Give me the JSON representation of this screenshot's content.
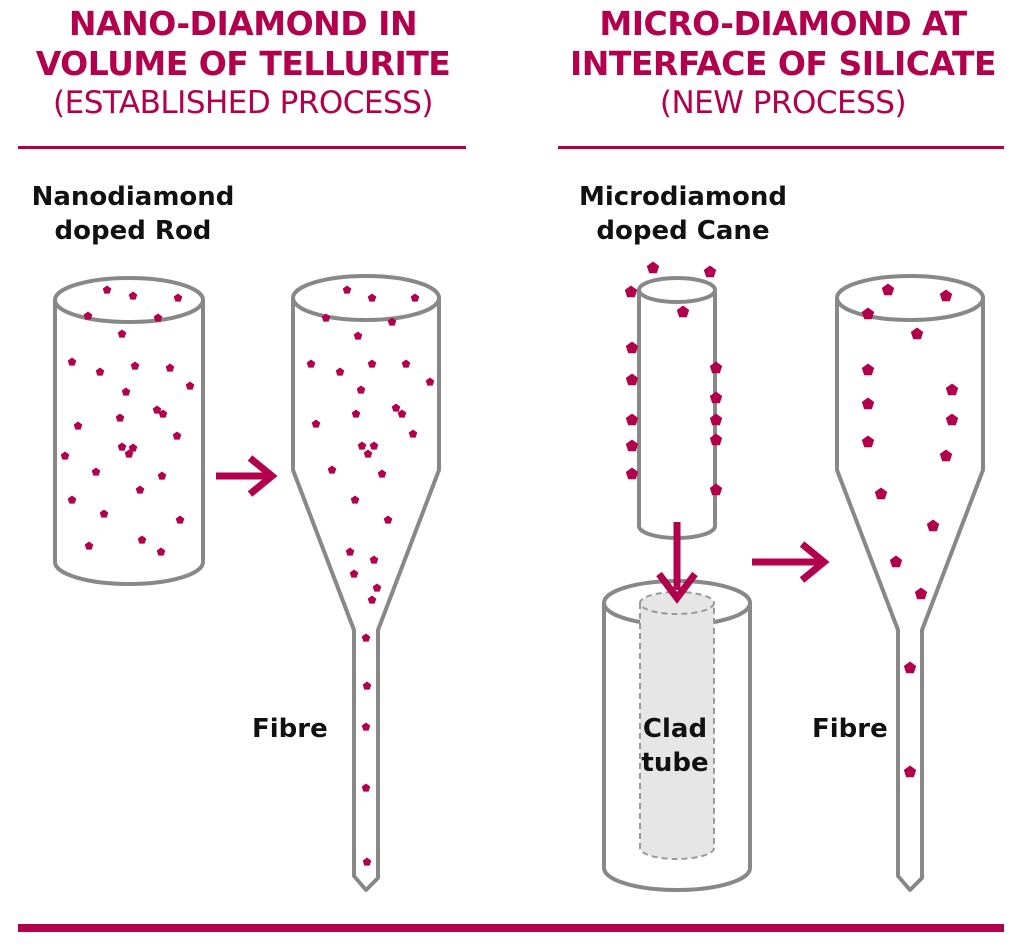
{
  "left_panel": {
    "title_line1": "NANO-DIAMOND IN",
    "title_line2": "VOLUME OF TELLURITE",
    "subtitle": "(ESTABLISHED PROCESS)",
    "rod_label_line1": "Nanodiamond",
    "rod_label_line2": "doped Rod",
    "fibre_label": "Fibre"
  },
  "right_panel": {
    "title_line1": "MICRO-DIAMOND AT",
    "title_line2": "INTERFACE OF SILICATE",
    "subtitle": "(NEW PROCESS)",
    "cane_label_line1": "Microdiamond",
    "cane_label_line2": "doped Cane",
    "clad_label_line1": "Clad",
    "clad_label_line2": "tube",
    "fibre_label": "Fibre"
  },
  "colors": {
    "accent": "#b2004d",
    "outline": "#888888",
    "clad_fill": "#e6e6e6",
    "text": "#111111"
  },
  "icons": {
    "process_arrow": "arrow-right-icon",
    "insert_arrow": "arrow-down-icon",
    "diamond_particle": "pentagon-icon"
  }
}
